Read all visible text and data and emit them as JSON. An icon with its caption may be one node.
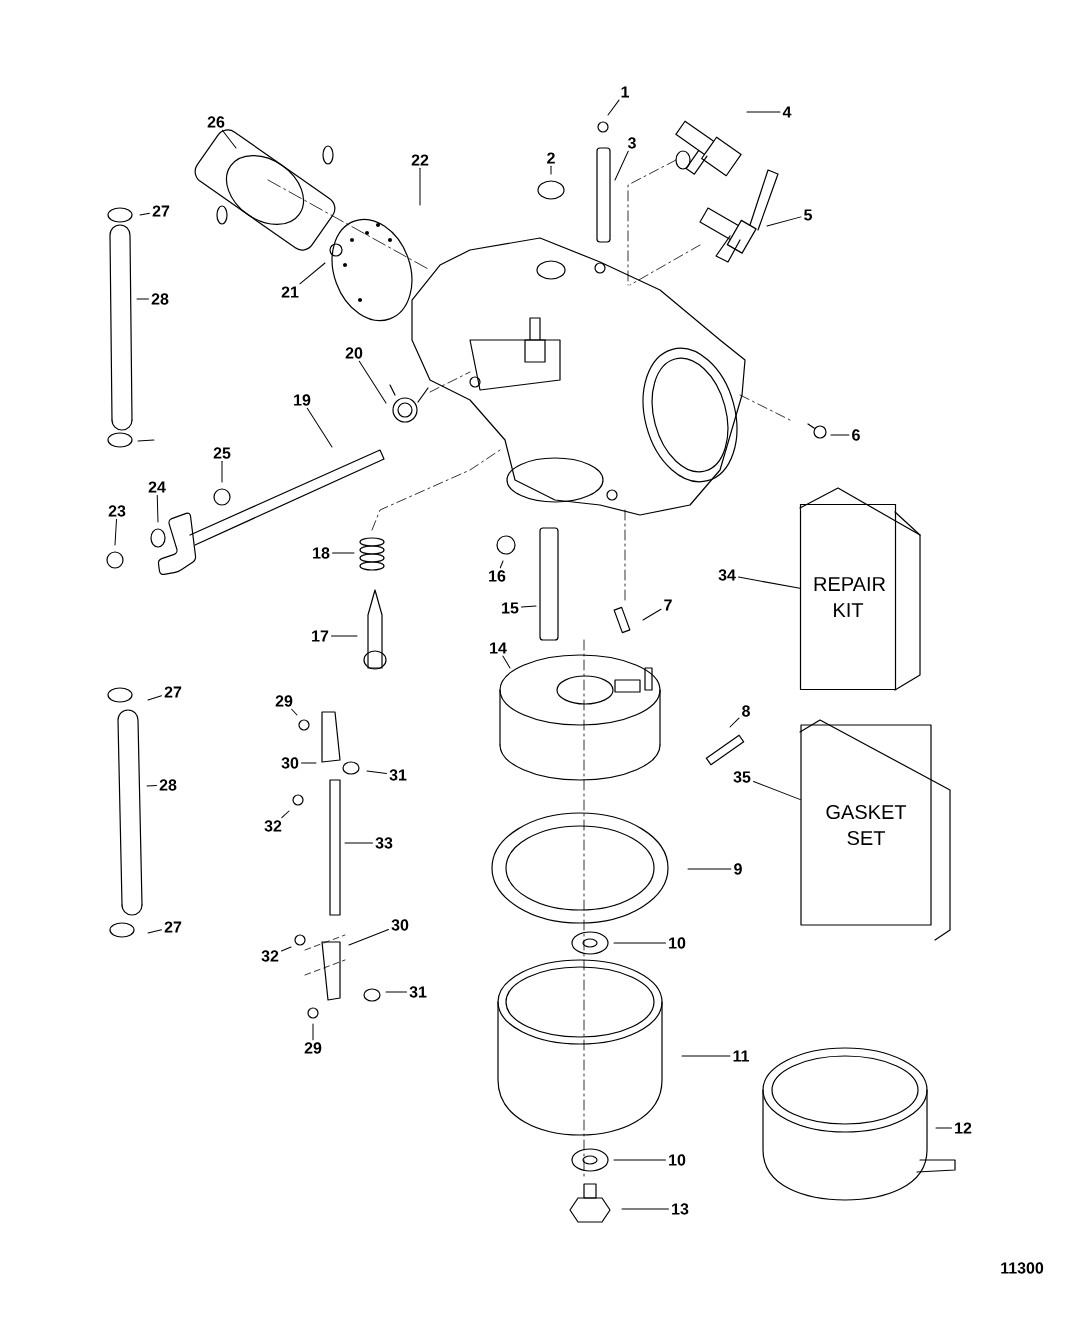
{
  "diagram": {
    "nodes": [
      {
        "text": [
          "1"
        ]
      },
      {
        "text": [
          "4"
        ]
      },
      {
        "text": [
          "26"
        ]
      },
      {
        "text": [
          "3"
        ]
      },
      {
        "text": [
          "2"
        ]
      },
      {
        "text": [
          "22"
        ]
      },
      {
        "text": [
          "27"
        ]
      },
      {
        "text": [
          "5"
        ]
      },
      {
        "text": [
          "21"
        ]
      },
      {
        "text": [
          "28"
        ]
      },
      {
        "text": [
          "20"
        ]
      },
      {
        "text": [
          "19"
        ]
      },
      {
        "text": [
          "6"
        ]
      },
      {
        "text": [
          "25"
        ]
      },
      {
        "text": [
          "24"
        ]
      },
      {
        "text": [
          "23"
        ]
      },
      {
        "text": [
          "18"
        ]
      },
      {
        "text": [
          "34"
        ]
      },
      {
        "text": [
          "16"
        ]
      },
      {
        "text": [
          "7"
        ]
      },
      {
        "text": [
          "15"
        ]
      },
      {
        "text": [
          "17"
        ]
      },
      {
        "text": [
          "14"
        ]
      },
      {
        "text": [
          "27"
        ]
      },
      {
        "text": [
          "29"
        ]
      },
      {
        "text": [
          "8"
        ]
      },
      {
        "text": [
          "30"
        ]
      },
      {
        "text": [
          "31"
        ]
      },
      {
        "text": [
          "35"
        ]
      },
      {
        "text": [
          "28"
        ]
      },
      {
        "text": [
          "32"
        ]
      },
      {
        "text": [
          "33"
        ]
      },
      {
        "text": [
          "9"
        ]
      },
      {
        "text": [
          "30"
        ]
      },
      {
        "text": [
          "27"
        ]
      },
      {
        "text": [
          "10"
        ]
      },
      {
        "text": [
          "32"
        ]
      },
      {
        "text": [
          "31"
        ]
      },
      {
        "text": [
          "29"
        ]
      },
      {
        "text": [
          "11"
        ]
      },
      {
        "text": [
          "12"
        ]
      },
      {
        "text": [
          "10"
        ]
      },
      {
        "text": [
          "13"
        ]
      },
      {
        "text": [
          "REPAIR KIT"
        ]
      },
      {
        "text": [
          "GASKET SET"
        ]
      }
    ],
    "edges": [
      {
        "from": 0,
        "to": null,
        "arrow": "none"
      },
      {
        "from": 1,
        "to": null,
        "arrow": "none"
      },
      {
        "from": 2,
        "to": null,
        "arrow": "none"
      },
      {
        "from": 3,
        "to": null,
        "arrow": "none"
      },
      {
        "from": 4,
        "to": null,
        "arrow": "none"
      },
      {
        "from": 5,
        "to": null,
        "arrow": "none"
      },
      {
        "from": 6,
        "to": null,
        "arrow": "none"
      },
      {
        "from": 7,
        "to": null,
        "arrow": "none"
      },
      {
        "from": 8,
        "to": null,
        "arrow": "none"
      },
      {
        "from": 9,
        "to": null,
        "arrow": "none"
      },
      {
        "from": 10,
        "to": null,
        "arrow": "none"
      },
      {
        "from": 11,
        "to": null,
        "arrow": "none"
      },
      {
        "from": 12,
        "to": null,
        "arrow": "none"
      },
      {
        "from": 13,
        "to": null,
        "arrow": "none"
      },
      {
        "from": 14,
        "to": null,
        "arrow": "none"
      },
      {
        "from": 15,
        "to": null,
        "arrow": "none"
      },
      {
        "from": 16,
        "to": null,
        "arrow": "none"
      },
      {
        "from": 17,
        "to": 43,
        "arrow": "none"
      },
      {
        "from": 18,
        "to": null,
        "arrow": "none"
      },
      {
        "from": 19,
        "to": null,
        "arrow": "none"
      },
      {
        "from": 20,
        "to": null,
        "arrow": "none"
      },
      {
        "from": 21,
        "to": null,
        "arrow": "none"
      },
      {
        "from": 22,
        "to": null,
        "arrow": "none"
      },
      {
        "from": 23,
        "to": null,
        "arrow": "none"
      },
      {
        "from": 24,
        "to": null,
        "arrow": "none"
      },
      {
        "from": 25,
        "to": null,
        "arrow": "none"
      },
      {
        "from": 26,
        "to": null,
        "arrow": "none"
      },
      {
        "from": 27,
        "to": null,
        "arrow": "none"
      },
      {
        "from": 28,
        "to": 44,
        "arrow": "none"
      },
      {
        "from": 29,
        "to": null,
        "arrow": "none"
      },
      {
        "from": 30,
        "to": null,
        "arrow": "none"
      },
      {
        "from": 31,
        "to": null,
        "arrow": "none"
      },
      {
        "from": 32,
        "to": null,
        "arrow": "none"
      },
      {
        "from": 33,
        "to": null,
        "arrow": "none"
      },
      {
        "from": 34,
        "to": null,
        "arrow": "none"
      },
      {
        "from": 35,
        "to": null,
        "arrow": "none"
      },
      {
        "from": 36,
        "to": null,
        "arrow": "none"
      },
      {
        "from": 37,
        "to": null,
        "arrow": "none"
      },
      {
        "from": 38,
        "to": null,
        "arrow": "none"
      },
      {
        "from": 39,
        "to": null,
        "arrow": "none"
      },
      {
        "from": 40,
        "to": null,
        "arrow": "none"
      },
      {
        "from": 41,
        "to": null,
        "arrow": "none"
      },
      {
        "from": 42,
        "to": null,
        "arrow": "none"
      }
    ],
    "labels": [
      "11300"
    ]
  }
}
